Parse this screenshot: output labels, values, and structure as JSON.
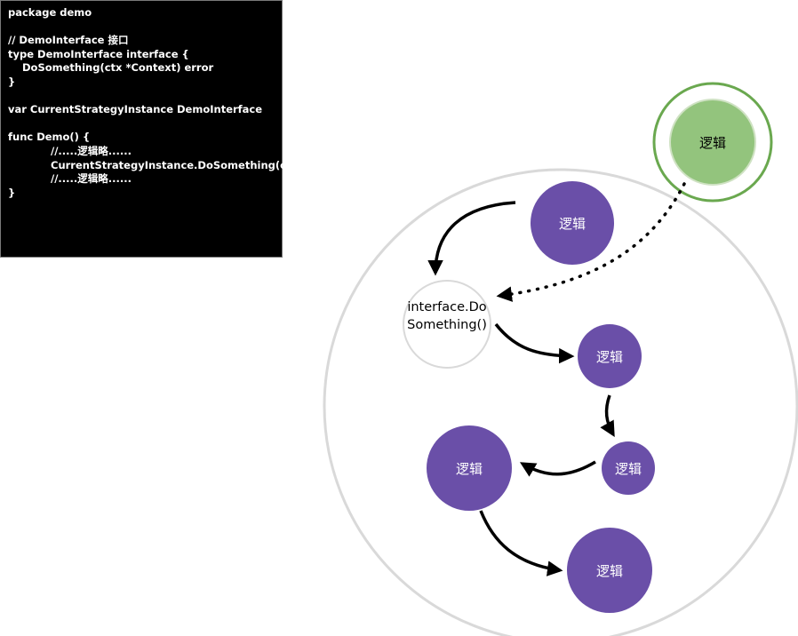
{
  "code": {
    "lines": [
      "package demo",
      "",
      "// DemoInterface 接口",
      "type DemoInterface interface {",
      "DoSomething(ctx *Context) error",
      "}",
      "",
      "var CurrentStrategyInstance DemoInterface",
      "",
      "func Demo() {",
      "//.....逻辑略......",
      "CurrentStrategyInstance.DoSomething(c)",
      "//.....逻辑略......",
      "}"
    ]
  },
  "diagram": {
    "interface_node": "interface.DoSomething()",
    "external_node": "逻辑",
    "logic_nodes": [
      "逻辑",
      "逻辑",
      "逻辑",
      "逻辑",
      "逻辑"
    ],
    "colors": {
      "logic": "#6a4fa8",
      "external_fill": "#93c47d",
      "external_ring": "#6aa84f",
      "container": "#d9d9d9",
      "interface_border": "#d9d9d9"
    }
  }
}
